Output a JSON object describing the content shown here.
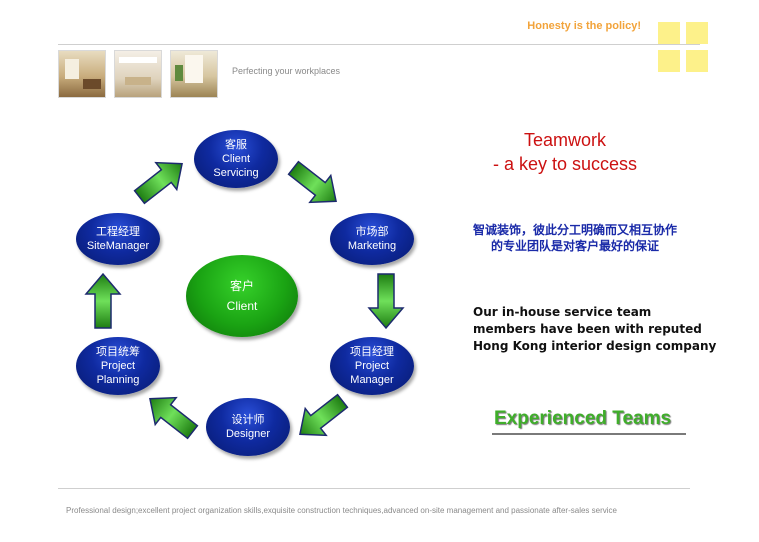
{
  "header": {
    "motto": "Honesty is the policy!",
    "tagline": "Perfecting your workplaces"
  },
  "diagram": {
    "nodes": {
      "client_servicing": {
        "cn": "客服",
        "en1": "Client",
        "en2": "Servicing"
      },
      "marketing": {
        "cn": "市场部",
        "en1": "Marketing"
      },
      "project_manager": {
        "cn": "项目经理",
        "en1": "Project",
        "en2": "Manager"
      },
      "designer": {
        "cn": "设计师",
        "en1": "Designer"
      },
      "project_planning": {
        "cn": "项目统筹",
        "en1": "Project",
        "en2": "Planning"
      },
      "site_manager": {
        "cn": "工程经理",
        "en1": "SiteManager"
      },
      "center": {
        "cn": "客户",
        "en1": "Client"
      }
    }
  },
  "right_panel": {
    "title_line1": "Teamwork",
    "title_line2": "- a key to success",
    "cn_line1": "智诚装饰，彼此分工明确而又相互协作",
    "cn_line2": "的专业团队是对客户最好的保证",
    "en_line1": "Our in-house service team",
    "en_line2": "members have been with reputed",
    "en_line3": "Hong Kong interior design company",
    "exp_title": "Experienced Teams"
  },
  "footer": {
    "text": "Professional design;excellent project organization skills,exquisite construction techniques,advanced on-site management and passionate after-sales service"
  },
  "colors": {
    "accent_red": "#cc1111",
    "accent_blue": "#1a2aa8",
    "node_blue": "#0f2aa0",
    "node_green": "#1aa313",
    "motto_orange": "#f2a33a",
    "square_yellow": "#fdf18a"
  }
}
